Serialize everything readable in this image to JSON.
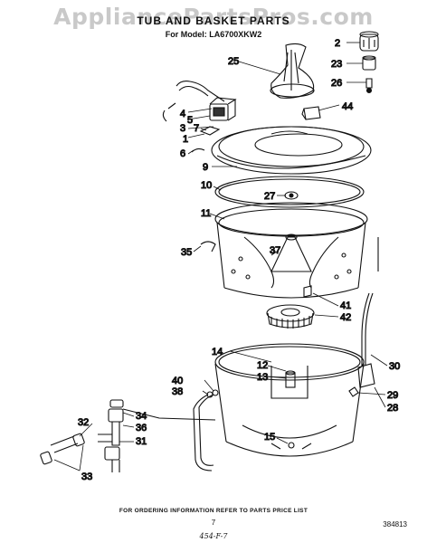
{
  "watermark": "AppliancePartsPros.com",
  "title": "TUB AND BASKET PARTS",
  "model_line": "For Model: LA6700XKW2",
  "footer_note": "FOR ORDERING INFORMATION REFER TO PARTS PRICE LIST",
  "page_number": "7",
  "document_number": "384813",
  "handwritten_note": "454-F-7",
  "callouts": [
    "2",
    "23",
    "26",
    "25",
    "44",
    "4",
    "5",
    "3",
    "1",
    "7",
    "6",
    "9",
    "10",
    "27",
    "11",
    "35",
    "37",
    "41",
    "42",
    "14",
    "12",
    "13",
    "30",
    "29",
    "28",
    "40",
    "38",
    "34",
    "36",
    "31",
    "32",
    "33",
    "15"
  ]
}
